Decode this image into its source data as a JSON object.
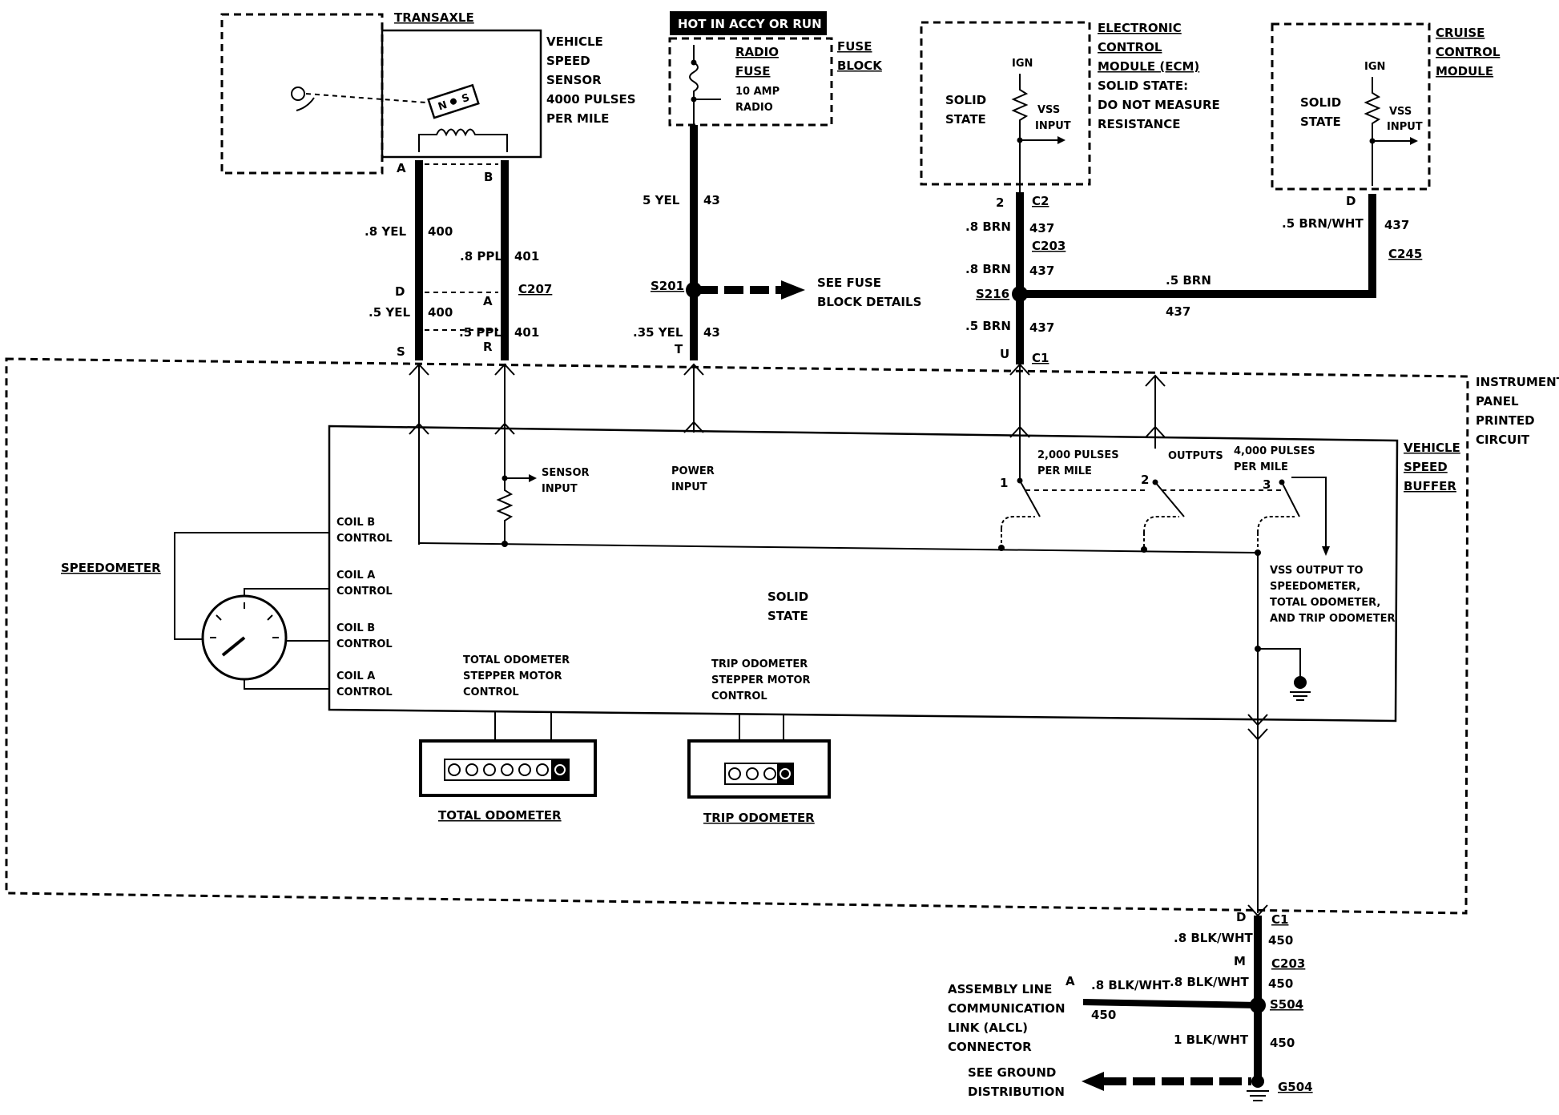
{
  "title_bar": "HOT IN ACCY OR RUN",
  "components": {
    "transaxle": "TRANSAXLE",
    "vss_title": [
      "VEHICLE",
      "SPEED",
      "SENSOR"
    ],
    "vss_pulses": [
      "4000 PULSES",
      "PER MILE"
    ],
    "fuse_block": [
      "FUSE",
      "BLOCK"
    ],
    "radio_fuse": [
      "RADIO",
      "FUSE"
    ],
    "radio_fuse_rating": [
      "10 AMP",
      "RADIO"
    ],
    "ecm_title": [
      "ELECTRONIC",
      "CONTROL",
      "MODULE (ECM)"
    ],
    "ecm_note": [
      "SOLID STATE:",
      "DO NOT MEASURE",
      "RESISTANCE"
    ],
    "cruise_title": [
      "CRUISE",
      "CONTROL",
      "MODULE"
    ],
    "solid_state": [
      "SOLID",
      "STATE"
    ],
    "ign": "IGN",
    "vss_input": [
      "VSS",
      "INPUT"
    ],
    "instrument_panel": [
      "INSTRUMENT",
      "PANEL",
      "PRINTED",
      "CIRCUIT"
    ],
    "vehicle_speed_buffer": [
      "VEHICLE",
      "SPEED",
      "BUFFER"
    ],
    "sensor_input": [
      "SENSOR",
      "INPUT"
    ],
    "power_input": [
      "POWER",
      "INPUT"
    ],
    "pulses_2000": [
      "2,000 PULSES",
      "PER MILE"
    ],
    "outputs": "OUTPUTS",
    "pulses_4000": [
      "4,000 PULSES",
      "PER MILE"
    ],
    "vss_output": [
      "VSS OUTPUT TO",
      "SPEEDOMETER,",
      "TOTAL ODOMETER,",
      "AND TRIP ODOMETER"
    ],
    "speedometer": "SPEEDOMETER",
    "coil_b_control": [
      "COIL B",
      "CONTROL"
    ],
    "coil_a_control": [
      "COIL A",
      "CONTROL"
    ],
    "total_odo_motor": [
      "TOTAL ODOMETER",
      "STEPPER MOTOR",
      "CONTROL"
    ],
    "trip_odo_motor": [
      "TRIP ODOMETER",
      "STEPPER MOTOR",
      "CONTROL"
    ],
    "total_odometer": "TOTAL ODOMETER",
    "trip_odometer": "TRIP ODOMETER",
    "see_fuse": [
      "SEE FUSE",
      "BLOCK DETAILS"
    ],
    "alcl": [
      "ASSEMBLY LINE",
      "COMMUNICATION",
      "LINK (ALCL)",
      "CONNECTOR"
    ],
    "see_ground": [
      "SEE GROUND",
      "DISTRIBUTION"
    ]
  },
  "pins": {
    "a": "A",
    "b": "B",
    "d": "D",
    "s": "S",
    "r": "R",
    "t": "T",
    "u": "U",
    "m": "M",
    "two": "2",
    "one": "1",
    "three": "3",
    "n": "N",
    "s_sw": "S"
  },
  "wires": {
    "w400_top": ".8 YEL",
    "n400": "400",
    "w401_top": ".8 PPL",
    "n401": "401",
    "w400_bot": ".5 YEL",
    "w401_bot": ".5 PPL",
    "w43_top": "5 YEL",
    "n43": "43",
    "w43_bot": ".35 YEL",
    "w437_a": ".8 BRN",
    "n437": "437",
    "w437_b": ".8 BRN",
    "w437_c": ".5 BRN",
    "w437_cruise": ".5 BRN/WHT",
    "w437_h": ".5 BRN",
    "w450_a": ".8 BLK/WHT",
    "n450": "450",
    "w450_b": ".8 BLK/WHT",
    "w450_alcl": ".8 BLK/WHT",
    "w450_c": "1 BLK/WHT"
  },
  "connectors": {
    "c207": "C207",
    "s201": "S201",
    "c2": "C2",
    "c203": "C203",
    "s216": "S216",
    "c245": "C245",
    "c1": "C1",
    "c1_low": "C1",
    "c203_low": "C203",
    "s504": "S504",
    "g504": "G504"
  }
}
